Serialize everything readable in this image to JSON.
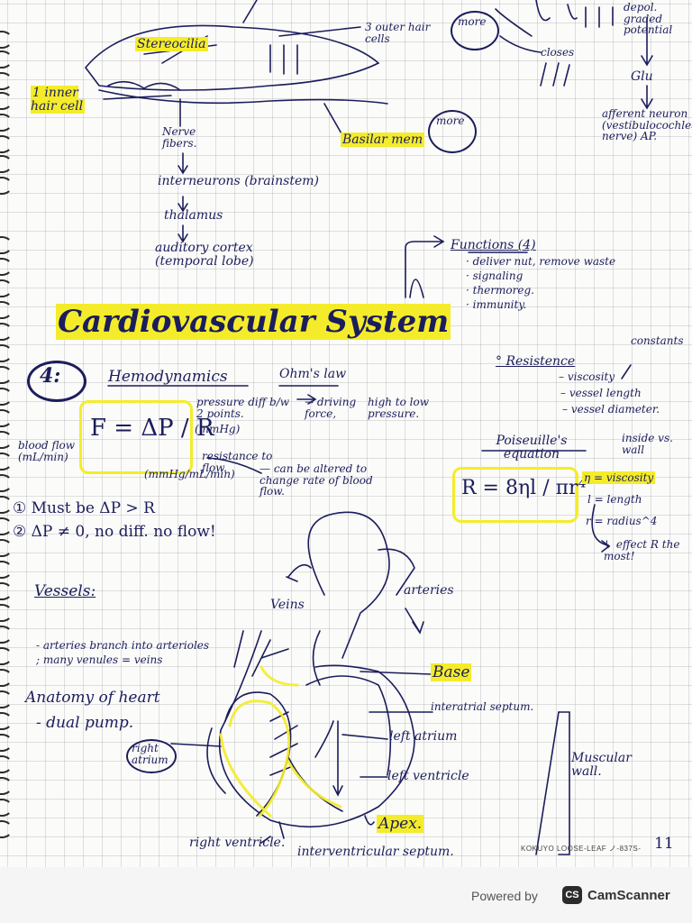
{
  "notes": {
    "stereocilia": "Stereocilia",
    "outer_hair": "3 outer hair cells",
    "more1": "more",
    "depol": "depol. graded potential",
    "inner_hair": "1 inner hair cell",
    "closes": "closes",
    "glu": "Glu",
    "nerve_fibers": "Nerve fibers.",
    "basilar": "Basilar mem",
    "more2": "more",
    "afferent": "afferent neuron (vestibulocochlear nerve) AP.",
    "internerons": "interneurons (brainstem)",
    "thalamus": "thalamus",
    "auditory_cortex": "auditory cortex (temporal lobe)",
    "functions_title": "Functions (4)",
    "functions": [
      "· deliver nut, remove waste",
      "· signaling",
      "· thermoreg.",
      "· immunity."
    ],
    "title": "Cardiovascular System",
    "section_number": "4:",
    "hemodynamics": "Hemodynamics",
    "ohms_law": "Ohm's law",
    "formula_main": "F = ΔP / R",
    "pressure_diff": "pressure diff b/w 2 points.",
    "mmhg": "(mmHg)",
    "driving_force": "→ driving force,",
    "high_low": "high to low pressure.",
    "blood_flow": "blood flow (mL/min)",
    "resistance_label": "resistance to flow.",
    "resistance_units": "(mmHg/mL/min)",
    "can_be_altered": "— can be altered to change rate of blood flow.",
    "rule1": "① Must be ΔP > R",
    "rule2": "② ΔP ≠ 0, no diff. no flow!",
    "resistence_heading": "° Resistence",
    "constants": "constants",
    "resistence_items": [
      "– viscosity",
      "– vessel length",
      "– vessel diameter."
    ],
    "poiseuille": "Poiseuille's equation",
    "poiseuille_formula": "R = 8ηl / πr⁴",
    "inside_wall": "inside vs. wall",
    "eta_def": "η = viscosity",
    "l_def": "l = length",
    "r_def": "r = radius^4",
    "effect_r": "↳ effect R the most!",
    "vessels": "Vessels:",
    "veins": "Veins",
    "arteries": "arteries",
    "vessels_notes": [
      "- arteries branch into arterioles",
      "; many venules = veins"
    ],
    "anatomy": "Anatomy of heart",
    "dual_pump": "- dual pump.",
    "right_atrium": "right atrium",
    "base": "Base",
    "interatrial": "interatrial septum.",
    "left_atrium": "left atrium",
    "left_ventricle": "left ventricle",
    "muscular_wall": "Muscular wall.",
    "apex": "Apex.",
    "right_ventricle": "right ventricle.",
    "interventricular": "interventricular septum.",
    "brand": "KOKUYO LOOSE-LEAF ノ-837S-",
    "page_num": "11",
    "powered_by": "Powered by",
    "camscanner": "CamScanner",
    "cs_mark": "CS",
    "colors": {
      "ink": "#1b1d5c",
      "highlight": "#f4ec2a"
    }
  }
}
